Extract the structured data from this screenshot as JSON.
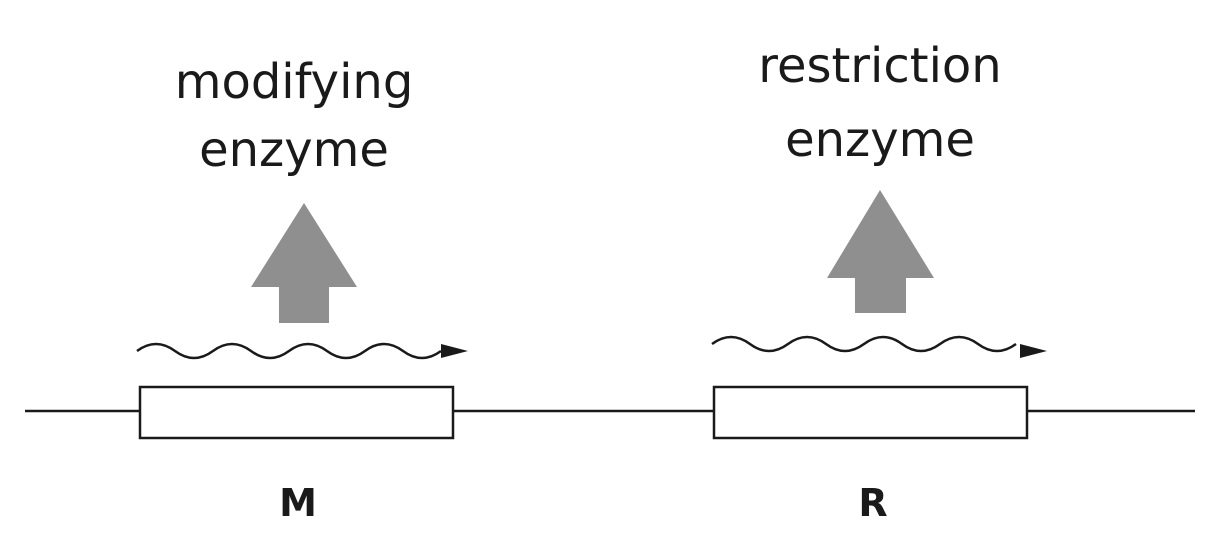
{
  "genes": [
    {
      "name": "M",
      "product_line1": "modifying",
      "product_line2": "enzyme"
    },
    {
      "name": "R",
      "product_line1": "restriction",
      "product_line2": "enzyme"
    }
  ],
  "colors": {
    "ink": "#1a1a1a",
    "arrow_fill": "#8f8f8f",
    "gene_box_fill": "#ffffff"
  }
}
